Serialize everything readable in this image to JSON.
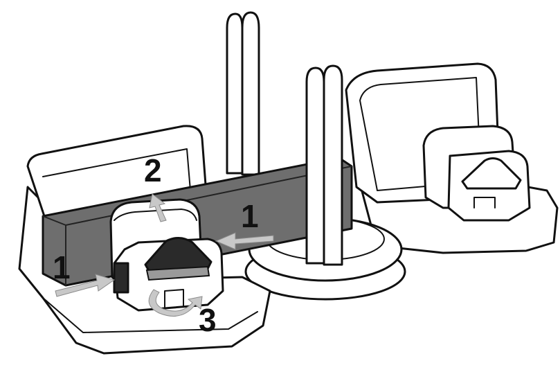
{
  "step_labels": {
    "left_push": "1",
    "center_push": "1",
    "lift": "2",
    "rotate": "3"
  },
  "colors": {
    "outline": "#111111",
    "bar": "#6e6e6e",
    "arrow": "#c8c8c8",
    "knob": "#2a2a2a"
  }
}
